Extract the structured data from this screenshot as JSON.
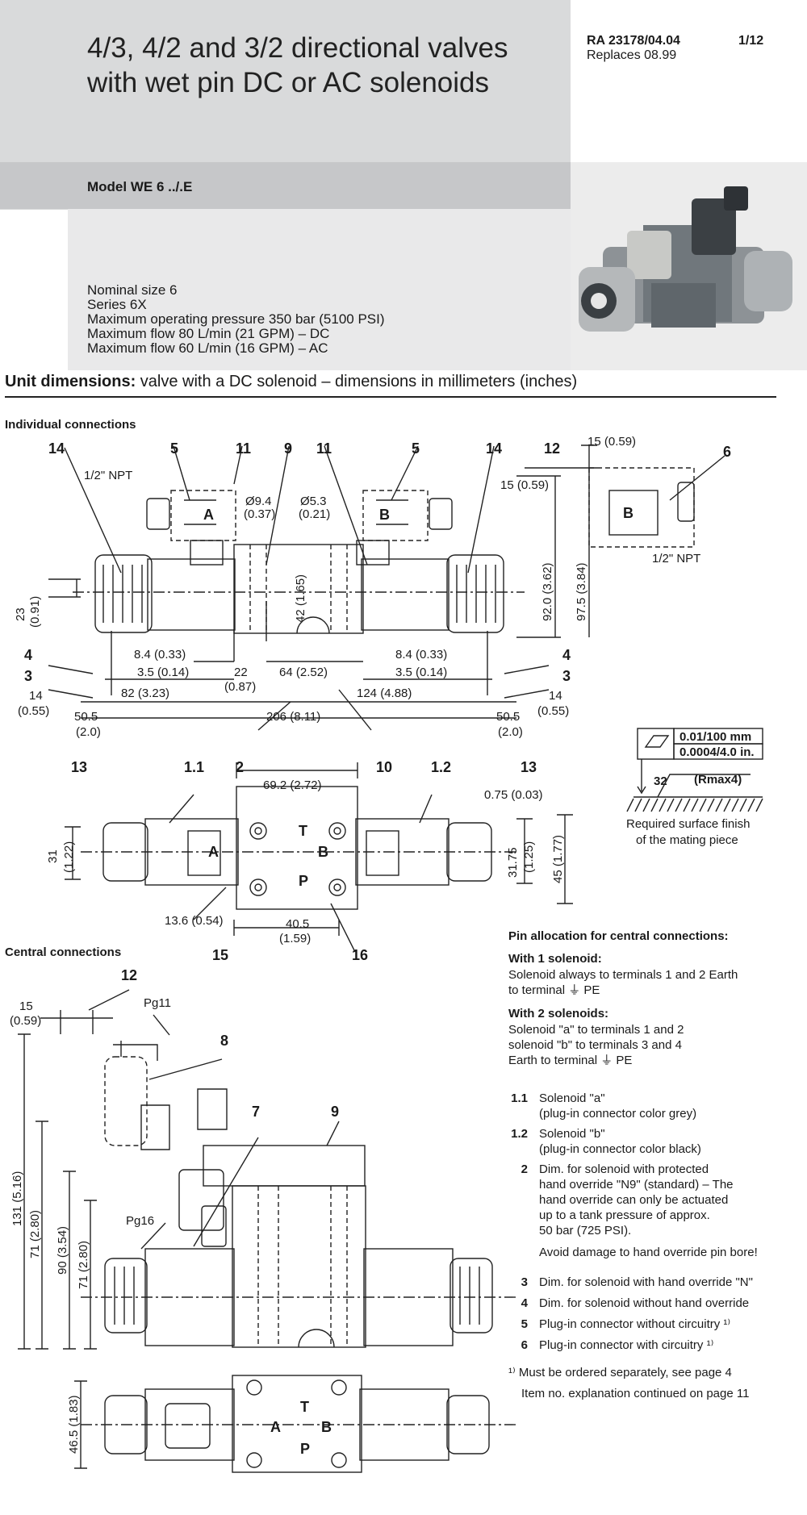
{
  "header": {
    "title_line1": "4/3, 4/2 and 3/2 directional valves",
    "title_line2": "with wet pin DC or AC solenoids",
    "doc_number": "RA 23178/04.04",
    "replaces": "Replaces 08.99",
    "page": "1/12",
    "model": "Model WE 6 ../.E"
  },
  "specs": [
    "Nominal size 6",
    "Series 6X",
    "Maximum operating pressure 350 bar (5100 PSI)",
    "Maximum flow 80 L/min (21 GPM) – DC",
    "Maximum flow 60 L/min (16 GPM) – AC"
  ],
  "section": {
    "head_bold": "Unit dimensions:",
    "head_rest": " valve with a DC solenoid – dimensions in millimeters (inches)",
    "individual": "Individual connections",
    "central": "Central connections"
  },
  "drawing": {
    "top_labels": [
      "14",
      "5",
      "11",
      "9",
      "11",
      "5",
      "14",
      "12",
      "6"
    ],
    "npt": "1/2\" NPT",
    "d94": "Ø9.4",
    "d94i": "(0.37)",
    "d53": "Ø5.3",
    "d53i": "(0.21)",
    "d15": "15 (0.59)",
    "d42": "42 (1.65)",
    "d920": "92.0 (3.62)",
    "d975": "97.5 (3.84)",
    "d23a": "23",
    "d23b": "(0.91)",
    "d84": "8.4 (0.33)",
    "d35": "3.5 (0.14)",
    "d22": "22",
    "d22i": "(0.87)",
    "d64": "64 (2.52)",
    "d82": "82 (3.23)",
    "d124": "124 (4.88)",
    "d14": "14",
    "d14i": "(0.55)",
    "d505": "50.5",
    "d505i": "(2.0)",
    "d206": "206 (8.11)",
    "n4": "4",
    "n3": "3",
    "n13": "13",
    "n2": "2",
    "n10": "10",
    "n11a": "1.1",
    "n12a": "1.2",
    "d692": "69.2 (2.72)",
    "d075": "0.75 (0.03)",
    "d31": "31",
    "d31i": "(1.22)",
    "d3175": "31.75",
    "d3175i": "(1.25)",
    "d45": "45 (1.77)",
    "d136": "13.6 (0.54)",
    "d405": "40.5",
    "d405i": "(1.59)",
    "n15": "15",
    "n16": "16",
    "portA": "A",
    "portB": "B",
    "portT": "T",
    "portP": "P",
    "flat1": "0.01/100 mm",
    "flat2": "0.0004/4.0 in.",
    "rough": "32",
    "rmax": "(Rmax4)",
    "surface1": "Required surface finish",
    "surface2": "of the mating piece",
    "c12": "12",
    "c15": "15",
    "c15i": "(0.59)",
    "pg11": "Pg11",
    "pg16": "Pg16",
    "c8": "8",
    "c7": "7",
    "c9": "9",
    "c131": "131 (5.16)",
    "c71a": "71 (2.80)",
    "c90": "90 (3.54)",
    "c71b": "71 (2.80)",
    "c465": "46.5 (1.83)"
  },
  "pin_allocation": {
    "title": "Pin allocation for central connections:",
    "one_title": "With 1 solenoid:",
    "one_l1": "Solenoid always to terminals 1 and 2 Earth",
    "one_l2": "to terminal ⏚ PE",
    "two_title": "With 2 solenoids:",
    "two_l1": "Solenoid \"a\" to terminals 1 and 2",
    "two_l2": "solenoid \"b\" to terminals 3 and 4",
    "two_l3": "Earth to terminal ⏚ PE"
  },
  "legend": [
    {
      "n": "1.1",
      "l1": "Solenoid \"a\"",
      "l2": "(plug-in connector color grey)"
    },
    {
      "n": "1.2",
      "l1": "Solenoid \"b\"",
      "l2": "(plug-in connector color black)"
    },
    {
      "n": "2",
      "l1": "Dim. for solenoid with protected",
      "l2": "hand override \"N9\" (standard) – The",
      "l3": "hand override can only be actuated",
      "l4": "up to a tank pressure of approx.",
      "l5": "50 bar (725 PSI).",
      "l6": "Avoid damage to hand override pin bore!"
    },
    {
      "n": "3",
      "l1": "Dim. for solenoid with hand override \"N\""
    },
    {
      "n": "4",
      "l1": "Dim. for solenoid without hand override"
    },
    {
      "n": "5",
      "l1": "Plug-in connector without circuitry ¹⁾"
    },
    {
      "n": "6",
      "l1": "Plug-in connector with circuitry ¹⁾"
    }
  ],
  "footnote": {
    "note1": "¹⁾  Must be ordered separately, see page 4",
    "note2": "Item no. explanation continued on page 11"
  }
}
